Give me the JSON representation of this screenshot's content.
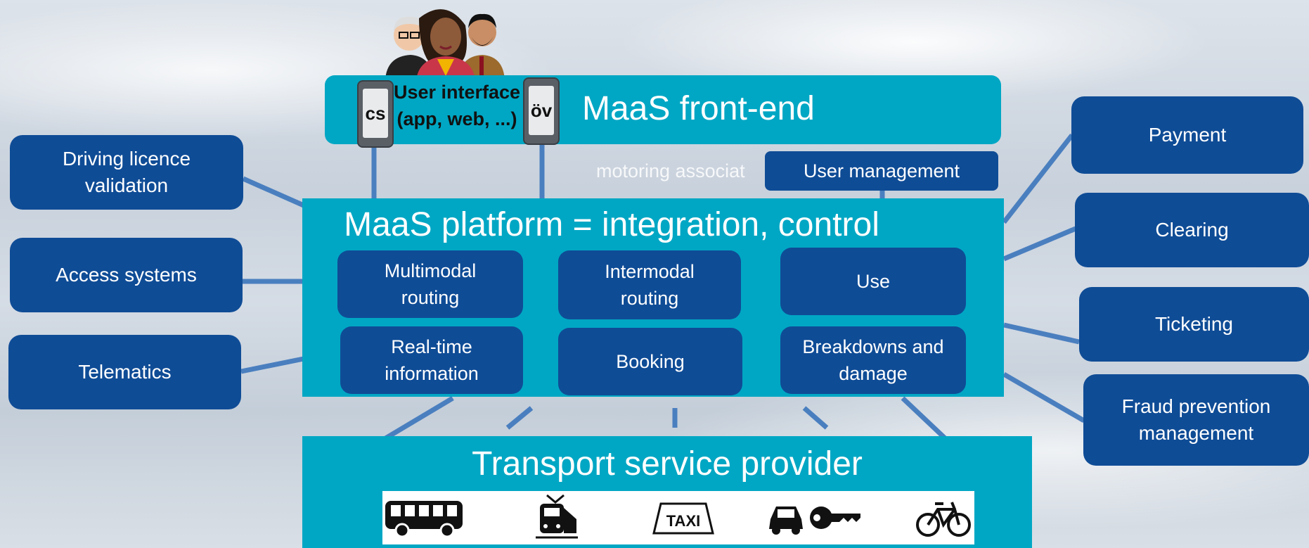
{
  "colors": {
    "dark_blue": "#0f4c96",
    "teal": "#00a7c4",
    "connector": "#4a7fbf"
  },
  "front_end": {
    "title": "MaaS front-end",
    "ui_line1": "User interface",
    "ui_line2": "(app, web, ...)",
    "phone_left": "cs",
    "phone_right": "öv",
    "faded_text": "motoring associat",
    "users_icon": "people-group-icon"
  },
  "user_management": "User management",
  "platform": {
    "title": "MaaS platform = integration, control",
    "modules": [
      "Multimodal\nrouting",
      "Intermodal\nrouting",
      "Use",
      "Real-time\ninformation",
      "Booking",
      "Breakdowns and\ndamage"
    ]
  },
  "left_services": [
    "Driving licence\nvalidation",
    "Access systems",
    "Telematics"
  ],
  "right_services": [
    "Payment",
    "Clearing",
    "Ticketing",
    "Fraud prevention\nmanagement"
  ],
  "provider": {
    "title": "Transport service provider",
    "icons": [
      "bus-icon",
      "train-icon",
      "taxi-icon",
      "car-sharing-key-icon",
      "bicycle-icon"
    ],
    "taxi_label": "TAXI"
  }
}
